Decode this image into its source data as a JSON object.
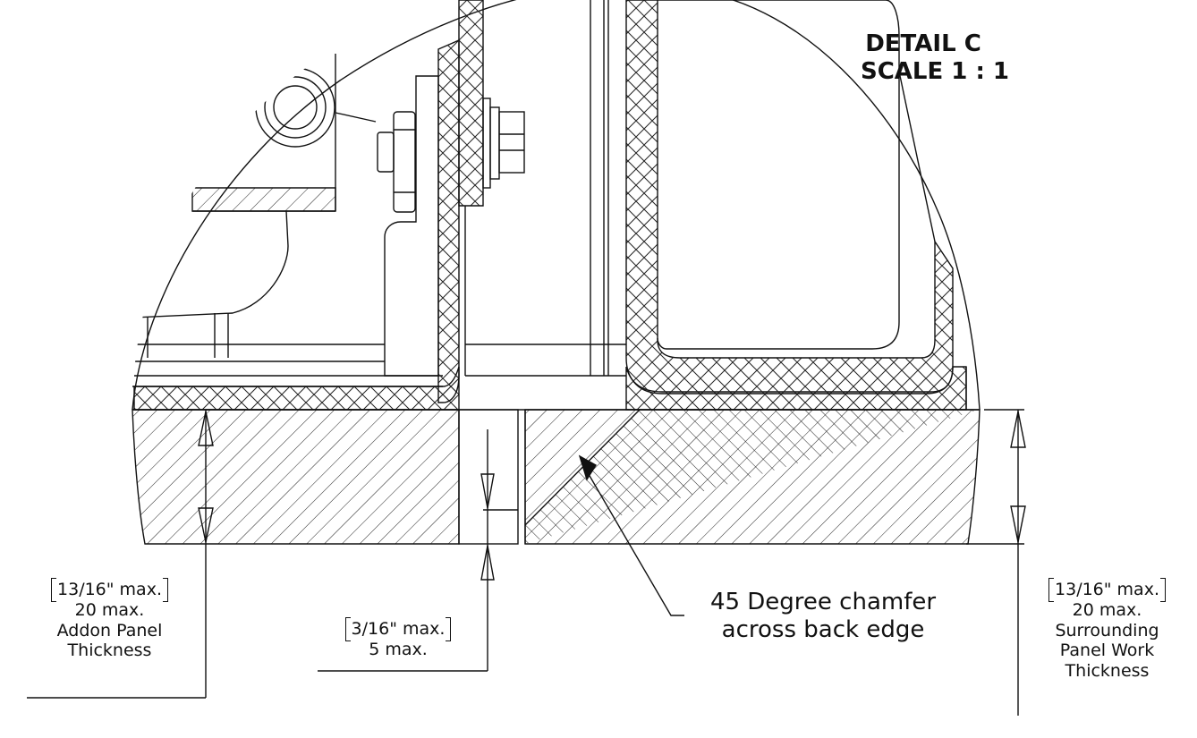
{
  "detail": {
    "title": "DETAIL C",
    "scale": "SCALE 1 : 1"
  },
  "callouts": {
    "addon": {
      "imperial": "13/16\" max.",
      "metric": "20 max.",
      "line1": "Addon Panel",
      "line2": "Thickness"
    },
    "gap": {
      "imperial": "3/16\" max.",
      "metric": "5 max."
    },
    "chamfer": {
      "line1": "45 Degree chamfer",
      "line2": "across back edge"
    },
    "surround": {
      "imperial": "13/16\" max.",
      "metric": "20 max.",
      "line1": "Surrounding",
      "line2": "Panel Work",
      "line3": "Thickness"
    }
  },
  "colors": {
    "ink": "#111111",
    "background": "#ffffff"
  }
}
